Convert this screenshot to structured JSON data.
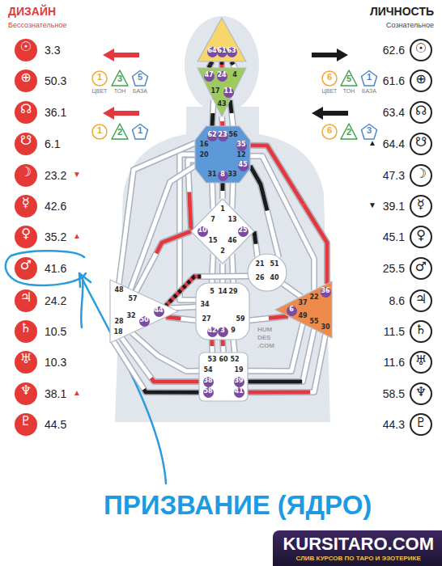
{
  "diagram": {
    "caption": "ПРИЗВАНИЕ (ЯДРО)",
    "nodes": [
      {
        "text": [
          "☉"
        ]
      },
      {
        "text": [
          "⊕"
        ]
      },
      {
        "text": [
          "☊"
        ]
      },
      {
        "text": [
          "☋"
        ]
      },
      {
        "text": [
          "☽"
        ]
      },
      {
        "text": [
          "☿"
        ]
      },
      {
        "text": [
          "♀"
        ]
      },
      {
        "text": [
          "♂"
        ]
      },
      {
        "text": [
          "♃"
        ]
      },
      {
        "text": [
          "♄"
        ]
      },
      {
        "text": [
          "♅"
        ]
      },
      {
        "text": [
          "♆"
        ]
      },
      {
        "text": [
          "♇"
        ]
      },
      {
        "text": [
          "1",
          "ЦВЕТ"
        ]
      },
      {
        "text": [
          "3",
          "ТОН"
        ]
      },
      {
        "text": [
          "5",
          "БАЗА"
        ]
      },
      {
        "text": [
          "1"
        ]
      },
      {
        "text": [
          "2"
        ]
      },
      {
        "text": [
          "1"
        ]
      },
      {
        "text": [
          "64",
          "61",
          "63"
        ]
      },
      {
        "text": [
          "47",
          "24",
          "4",
          "17",
          "11",
          "43"
        ]
      },
      {
        "text": [
          "62",
          "23",
          "56",
          "16",
          "35",
          "20",
          "12",
          "45",
          "31",
          "8",
          "33"
        ]
      },
      {
        "text": [
          "7",
          "1",
          "13",
          "10",
          "25",
          "15",
          "46",
          "2"
        ]
      },
      {
        "text": [
          "21",
          "51",
          "26",
          "40"
        ]
      },
      {
        "text": [
          "48",
          "57",
          "44",
          "50",
          "32",
          "28",
          "18"
        ]
      },
      {
        "text": [
          "5",
          "14",
          "29",
          "34",
          "27",
          "59",
          "42",
          "3",
          "9"
        ]
      },
      {
        "text": [
          "36",
          "22",
          "37",
          "6",
          "49",
          "55",
          "30"
        ]
      },
      {
        "text": [
          "53",
          "60",
          "52",
          "54",
          "19",
          "38",
          "39",
          "58",
          "41"
        ]
      },
      {
        "text": [
          "6",
          "ЦВЕТ"
        ]
      },
      {
        "text": [
          "5",
          "ТОН"
        ]
      },
      {
        "text": [
          "1",
          "БАЗА"
        ]
      },
      {
        "text": [
          "6"
        ]
      },
      {
        "text": [
          "2"
        ]
      },
      {
        "text": [
          "3"
        ]
      },
      {
        "text": [
          "☉"
        ]
      },
      {
        "text": [
          "⊕"
        ]
      },
      {
        "text": [
          "☊"
        ]
      },
      {
        "text": [
          "☋"
        ]
      },
      {
        "text": [
          "☽"
        ]
      },
      {
        "text": [
          "☿"
        ]
      },
      {
        "text": [
          "♀"
        ]
      },
      {
        "text": [
          "♂"
        ]
      },
      {
        "text": [
          "♃"
        ]
      },
      {
        "text": [
          "♄"
        ]
      },
      {
        "text": [
          "♅"
        ]
      },
      {
        "text": [
          "♆"
        ]
      },
      {
        "text": [
          "♇"
        ]
      },
      {
        "text": [
          "KURSITARO.COM",
          "СЛИВ КУРСОВ ПО ТАРО И ЭЗОТЕРИКЕ"
        ]
      }
    ],
    "edges": [
      {
        "from": 19,
        "to": 20,
        "arrow": "none"
      },
      {
        "from": 19,
        "to": 20,
        "arrow": "none"
      },
      {
        "from": 19,
        "to": 20,
        "arrow": "none"
      },
      {
        "from": 20,
        "to": 21,
        "arrow": "none"
      },
      {
        "from": 20,
        "to": 21,
        "arrow": "none"
      },
      {
        "from": 20,
        "to": 21,
        "arrow": "none"
      },
      {
        "from": 21,
        "to": 22,
        "arrow": "none"
      },
      {
        "from": 21,
        "to": 22,
        "arrow": "none"
      },
      {
        "from": 21,
        "to": 22,
        "arrow": "none"
      },
      {
        "from": 21,
        "to": 25,
        "arrow": "none"
      },
      {
        "from": 21,
        "to": 22,
        "arrow": "none"
      },
      {
        "from": 21,
        "to": 24,
        "arrow": "none"
      },
      {
        "from": 21,
        "to": 24,
        "arrow": "none"
      },
      {
        "from": 22,
        "to": 24,
        "arrow": "none"
      },
      {
        "from": 21,
        "to": 26,
        "arrow": "none"
      },
      {
        "from": 21,
        "to": 26,
        "arrow": "none"
      },
      {
        "from": 21,
        "to": 23,
        "arrow": "none"
      },
      {
        "from": 22,
        "to": 23,
        "arrow": "none"
      },
      {
        "from": 22,
        "to": 25,
        "arrow": "none"
      },
      {
        "from": 22,
        "to": 25,
        "arrow": "none"
      },
      {
        "from": 22,
        "to": 25,
        "arrow": "none"
      },
      {
        "from": 23,
        "to": 24,
        "arrow": "none"
      },
      {
        "from": 23,
        "to": 26,
        "arrow": "none"
      },
      {
        "from": 24,
        "to": 25,
        "arrow": "none"
      },
      {
        "from": 24,
        "to": 25,
        "arrow": "none"
      },
      {
        "from": 24,
        "to": 27,
        "arrow": "none"
      },
      {
        "from": 24,
        "to": 27,
        "arrow": "none"
      },
      {
        "from": 24,
        "to": 27,
        "arrow": "none"
      },
      {
        "from": 25,
        "to": 27,
        "arrow": "none"
      },
      {
        "from": 25,
        "to": 27,
        "arrow": "none"
      },
      {
        "from": 25,
        "to": 27,
        "arrow": "none"
      },
      {
        "from": 25,
        "to": 26,
        "arrow": "none"
      },
      {
        "from": 26,
        "to": 27,
        "arrow": "none"
      },
      {
        "from": 26,
        "to": 27,
        "arrow": "none"
      },
      {
        "from": 26,
        "to": 27,
        "arrow": "none"
      }
    ],
    "labels": [
      "ДИЗАЙН",
      "Бессознательное",
      "ЛИЧНОСТЬ",
      "Сознательное",
      "3.3",
      "50.3",
      "36.1",
      "6.1",
      "23.2",
      "▼",
      "42.6",
      "35.2",
      "▲",
      "41.6",
      "24.2",
      "10.5",
      "10.3",
      "38.1",
      "▲",
      "44.5",
      "62.6",
      "61.6",
      "63.4",
      "▲",
      "64.4",
      "47.3",
      "▼",
      "39.1",
      "45.1",
      "25.5",
      "8.6",
      "11.5",
      "11.6",
      "58.5",
      "44.3",
      "HUM",
      "DES",
      ".COM"
    ]
  }
}
